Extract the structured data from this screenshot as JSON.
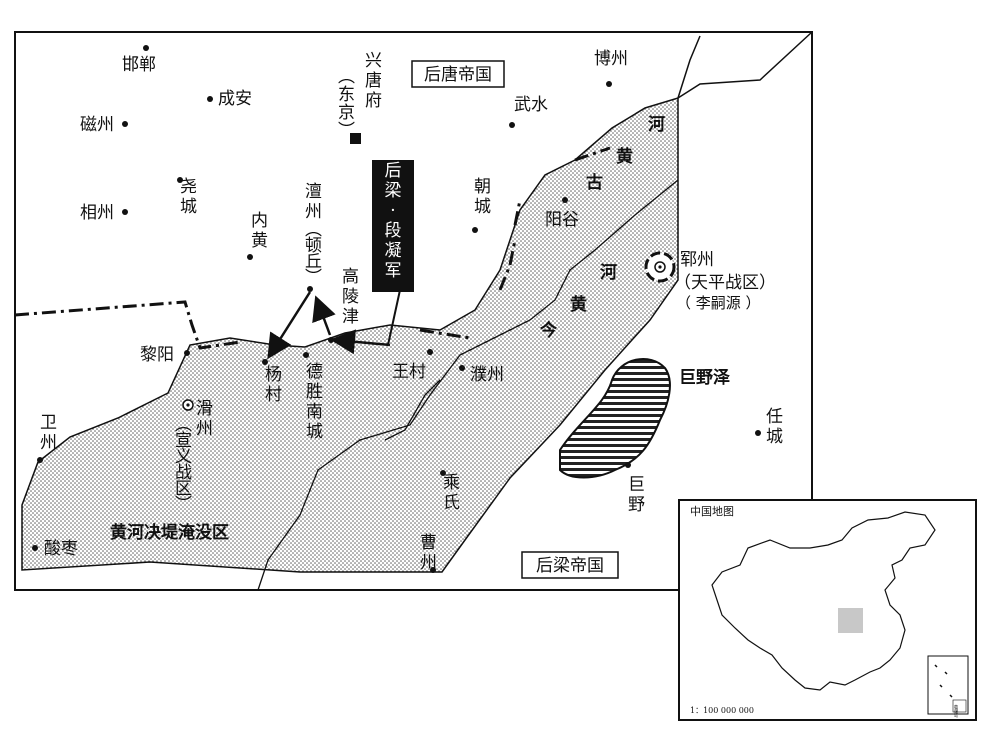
{
  "colors": {
    "ink": "#111111",
    "water": "#222222",
    "flood_fill": "stipple",
    "locator": "#c8c8c8"
  },
  "regions": {
    "later_tang": "后唐帝国",
    "later_liang": "后梁帝国",
    "flood_zone": "黄河决堤淹没区"
  },
  "army": "后梁·段凝军",
  "rivers": {
    "old_yellow": [
      "河",
      "黄",
      "古"
    ],
    "new_yellow": [
      "河",
      "黄",
      "今"
    ]
  },
  "lake": "巨野泽",
  "places": {
    "handan": "邯郸",
    "cixian": "磁州",
    "chengan": "成安",
    "xiangzhou": "相州",
    "yaocheng": "尧城",
    "neihuang": "内黄",
    "xingtang": "兴唐府",
    "xingtang_sub": "（东京）",
    "boshou": "博州",
    "wushui": "武水",
    "chaocheng": "朝城",
    "yanggu": "阳谷",
    "tanzhou": "澶州",
    "tanzhou_sub": "（顿丘）",
    "gaolingjin": "高陵津",
    "liyang": "黎阳",
    "yangcun": "杨村",
    "deshengnan": "德胜南城",
    "wangcun": "王村",
    "puzhou": "濮州",
    "yunzhou": "郓州",
    "yunzhou_sub": "（天平战区）",
    "yunzhou_sub2": "（ 李嗣源 ）",
    "weizhou": "卫州",
    "huazhou": "滑州",
    "huazhou_sub": "（宣义战区）",
    "suanzao": "酸枣",
    "chengshi": "乘氏",
    "caozhou": "曹州",
    "juye": "巨野",
    "rencheng": "任城"
  },
  "inset": {
    "title": "中国地图",
    "scale": "1：100 000 000",
    "sea_label": "南海诸岛"
  }
}
